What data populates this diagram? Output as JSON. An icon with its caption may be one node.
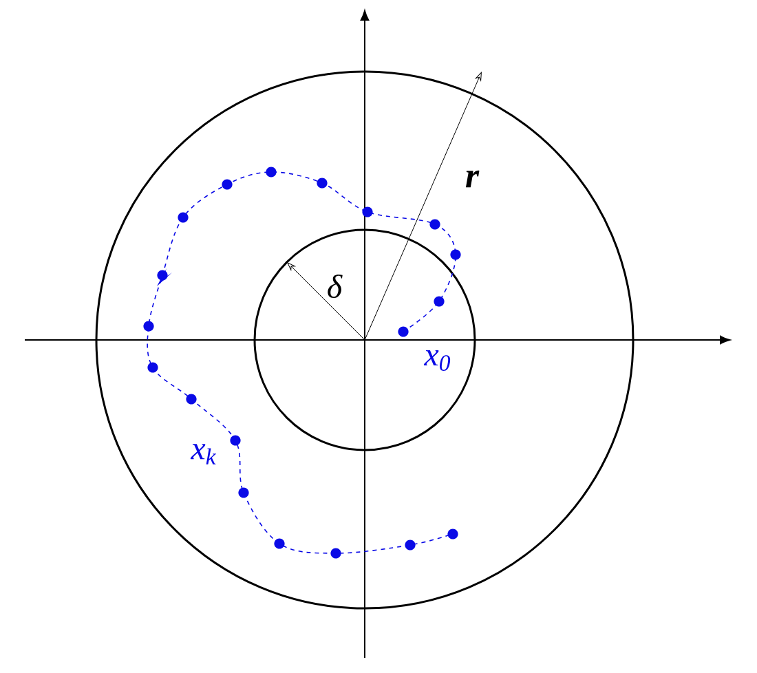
{
  "diagram": {
    "labels": [
      "δ",
      "r",
      "x$_{0}$",
      "x$_{k}$"
    ]
  }
}
